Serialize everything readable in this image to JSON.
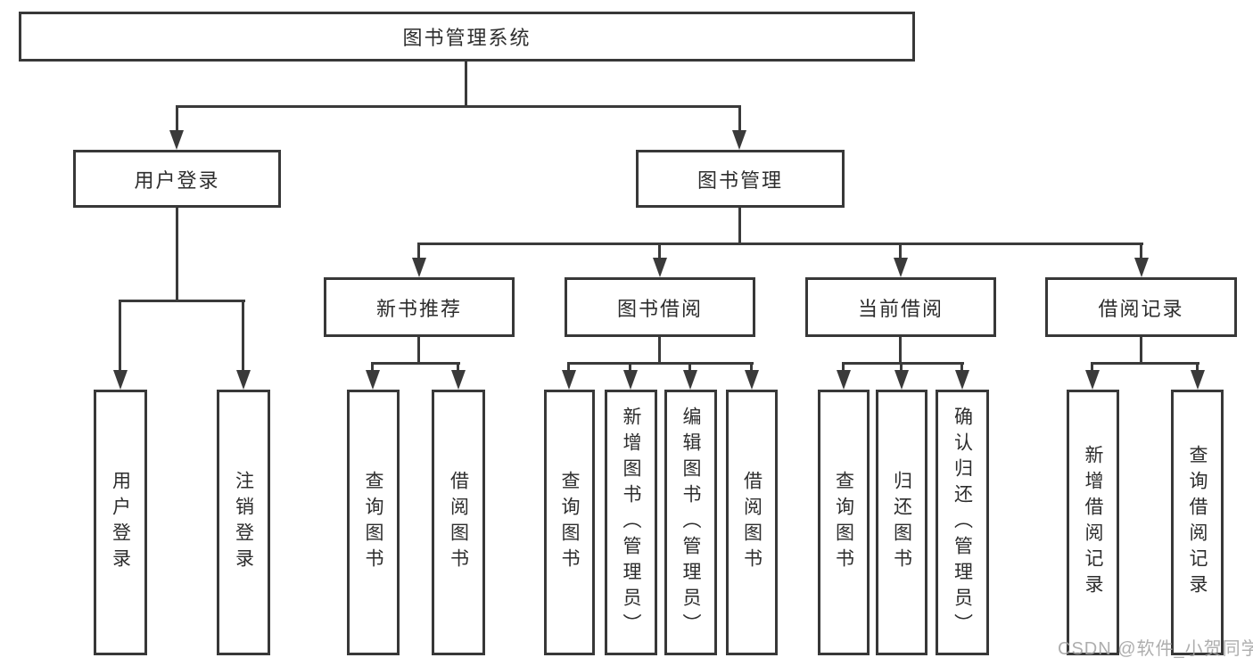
{
  "diagram": {
    "title": "图书管理系统",
    "root": "图书管理系统",
    "branches": [
      {
        "label": "用户登录",
        "children": [
          "用户登录",
          "注销登录"
        ]
      },
      {
        "label": "图书管理",
        "modules": [
          {
            "label": "新书推荐",
            "children": [
              "查询图书",
              "借阅图书"
            ]
          },
          {
            "label": "图书借阅",
            "children": [
              "查询图书",
              "新增图书（管理员）",
              "编辑图书（管理员）",
              "借阅图书"
            ]
          },
          {
            "label": "当前借阅",
            "children": [
              "查询图书",
              "归还图书",
              "确认归还（管理员）"
            ]
          },
          {
            "label": "借阅记录",
            "children": [
              "新增借阅记录",
              "查询借阅记录"
            ]
          }
        ]
      }
    ]
  },
  "watermark": "CSDN @软件_小贺同学",
  "colors": {
    "line": "#3a3a3a",
    "border": "#383838",
    "text": "#2d2d2d",
    "background": "#ffffff",
    "watermark": "#a5a5a5"
  }
}
